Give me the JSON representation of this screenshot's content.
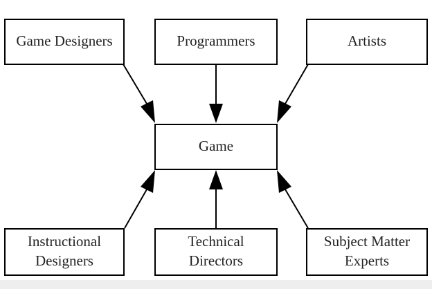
{
  "diagram": {
    "center": {
      "label": "Game"
    },
    "top": [
      {
        "label": "Game Designers"
      },
      {
        "label": "Programmers"
      },
      {
        "label": "Artists"
      }
    ],
    "bottom": [
      {
        "line1": "Instructional",
        "line2": "Designers"
      },
      {
        "line1": "Technical",
        "line2": "Directors"
      },
      {
        "line1": "Subject Matter",
        "line2": "Experts"
      }
    ],
    "colors": {
      "stroke": "#000000",
      "text": "#222222",
      "background": "#ffffff"
    }
  }
}
